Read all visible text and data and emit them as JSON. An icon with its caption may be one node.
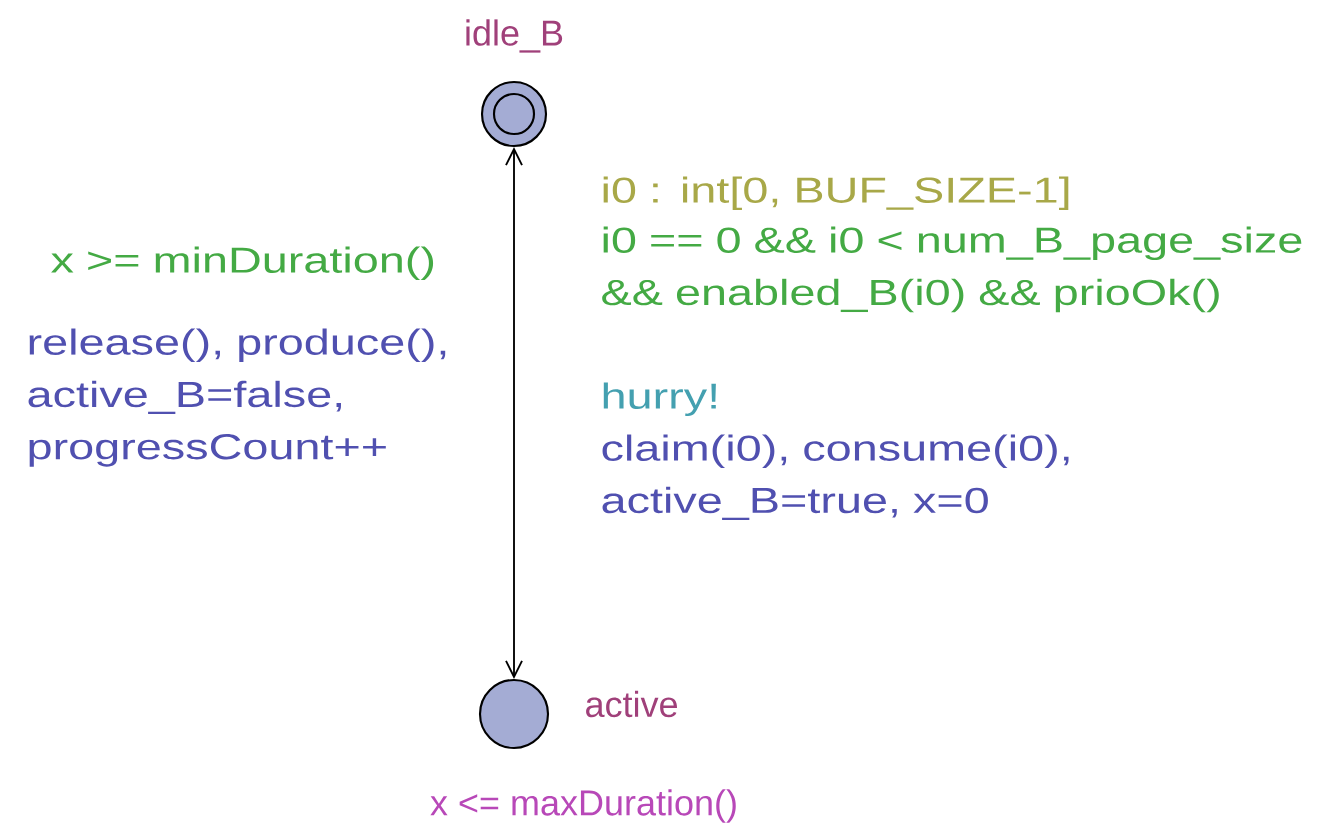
{
  "diagram": {
    "nodes": [
      {
        "text": [
          "idle_B"
        ]
      },
      {
        "text": [
          "active"
        ],
        "beside": [
          "x <= maxDuration()"
        ]
      }
    ],
    "edges": [
      {
        "from": 1,
        "to": 0,
        "arrow": "both"
      }
    ],
    "labels": [
      "x >= minDuration()",
      "release(), produce(), active_B=false, progressCount++",
      "i0 : int[0, BUF_SIZE-1]",
      "i0 == 0 && i0 < num_B_page_size && enabled_B(i0) && prioOk()",
      "hurry!",
      "claim(i0), consume(i0), active_B=true, x=0"
    ]
  }
}
